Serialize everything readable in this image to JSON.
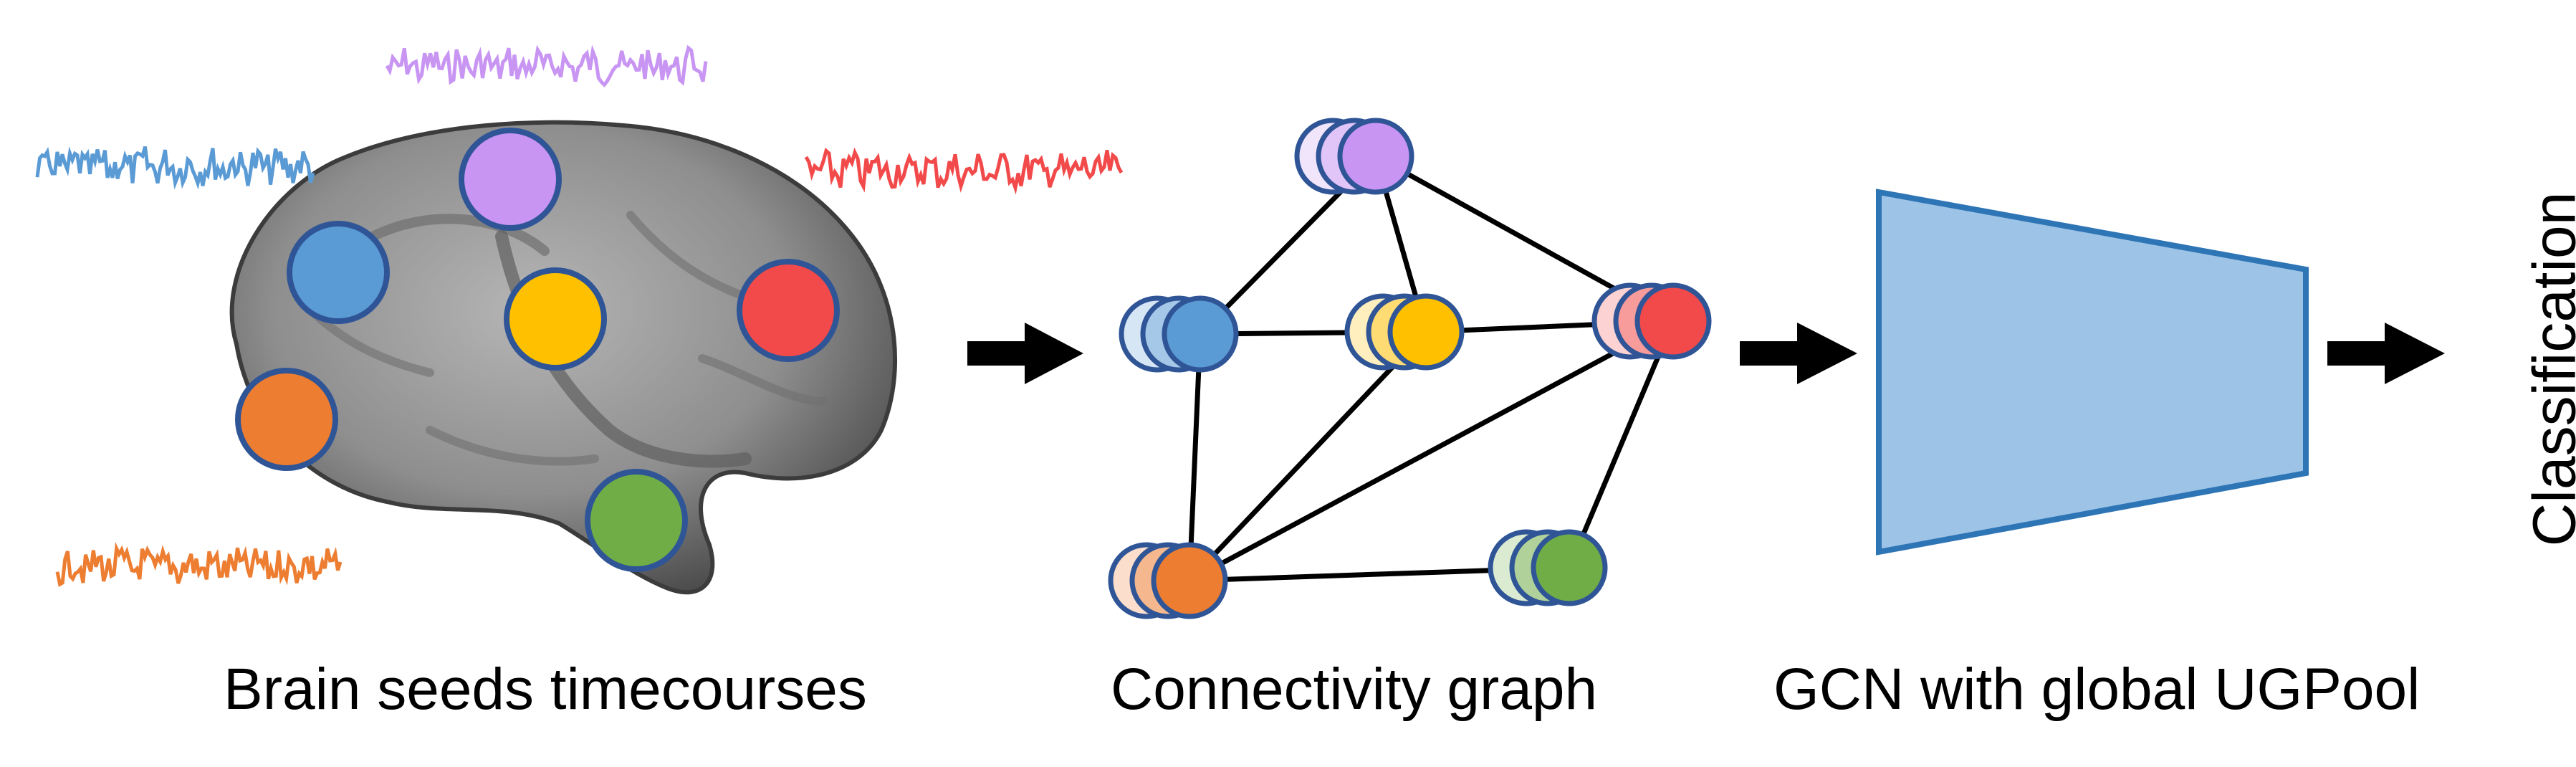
{
  "panels": {
    "brain": {
      "caption": "Brain seeds timecourses"
    },
    "graph": {
      "caption": "Connectivity graph"
    },
    "gcn": {
      "caption": "GCN with global UGPool"
    },
    "output": {
      "caption": "Classification"
    }
  },
  "seeds": [
    {
      "id": "purple",
      "color": "#c895f3"
    },
    {
      "id": "blue",
      "color": "#5b9bd5"
    },
    {
      "id": "yellow",
      "color": "#ffc000"
    },
    {
      "id": "red",
      "color": "#f24a4a"
    },
    {
      "id": "orange",
      "color": "#ed7d31"
    },
    {
      "id": "green",
      "color": "#70ad47"
    }
  ],
  "graph_edges": [
    [
      "purple",
      "blue"
    ],
    [
      "purple",
      "yellow"
    ],
    [
      "purple",
      "red"
    ],
    [
      "blue",
      "yellow"
    ],
    [
      "yellow",
      "red"
    ],
    [
      "blue",
      "orange"
    ],
    [
      "yellow",
      "orange"
    ],
    [
      "red",
      "orange"
    ],
    [
      "red",
      "green"
    ],
    [
      "orange",
      "green"
    ]
  ],
  "colors": {
    "node_outline": "#2f5597",
    "gcn_fill": "#9dc3e6",
    "gcn_stroke": "#2e75b6",
    "arrow": "#000000",
    "edge": "#000000",
    "brain_dark": "#4a4a4a",
    "brain_light": "#a9a9a9"
  }
}
